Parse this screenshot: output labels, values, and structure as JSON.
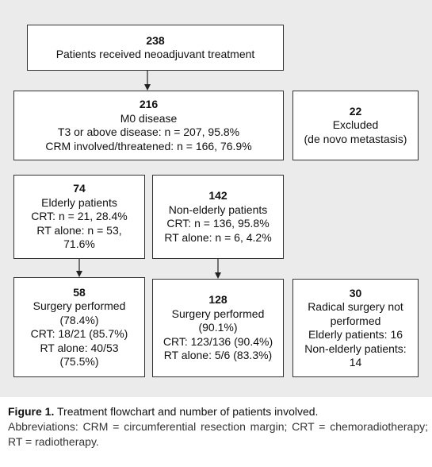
{
  "nodes": {
    "total": {
      "count": "238",
      "lines": [
        "Patients received neoadjuvant treatment"
      ]
    },
    "m0": {
      "count": "216",
      "lines": [
        "M0 disease",
        "T3 or above disease: n = 207, 95.8%",
        "CRM involved/threatened: n = 166, 76.9%"
      ]
    },
    "excluded": {
      "count": "22",
      "lines": [
        "Excluded",
        "(de novo metastasis)"
      ]
    },
    "elderly": {
      "count": "74",
      "lines": [
        "Elderly patients",
        "CRT: n = 21, 28.4%",
        "RT alone: n = 53,",
        "71.6%"
      ]
    },
    "nonelderly": {
      "count": "142",
      "lines": [
        "Non-elderly patients",
        "CRT: n = 136, 95.8%",
        "RT alone: n = 6, 4.2%"
      ]
    },
    "elderly_surgery": {
      "count": "58",
      "lines": [
        "Surgery performed",
        "(78.4%)",
        "CRT: 18/21 (85.7%)",
        "RT alone: 40/53",
        "(75.5%)"
      ]
    },
    "nonelderly_surgery": {
      "count": "128",
      "lines": [
        "Surgery performed",
        "(90.1%)",
        "CRT: 123/136 (90.4%)",
        "RT alone: 5/6 (83.3%)"
      ]
    },
    "no_surgery": {
      "count": "30",
      "lines": [
        "Radical surgery not",
        "performed",
        "Elderly patients: 16",
        "Non-elderly patients:",
        "14"
      ]
    }
  },
  "caption": {
    "label": "Figure 1.",
    "title": "Treatment flowchart and number of patients involved.",
    "abbreviations": "Abbreviations: CRM = circumferential resection margin; CRT = chemoradiotherapy; RT = radiotherapy."
  }
}
